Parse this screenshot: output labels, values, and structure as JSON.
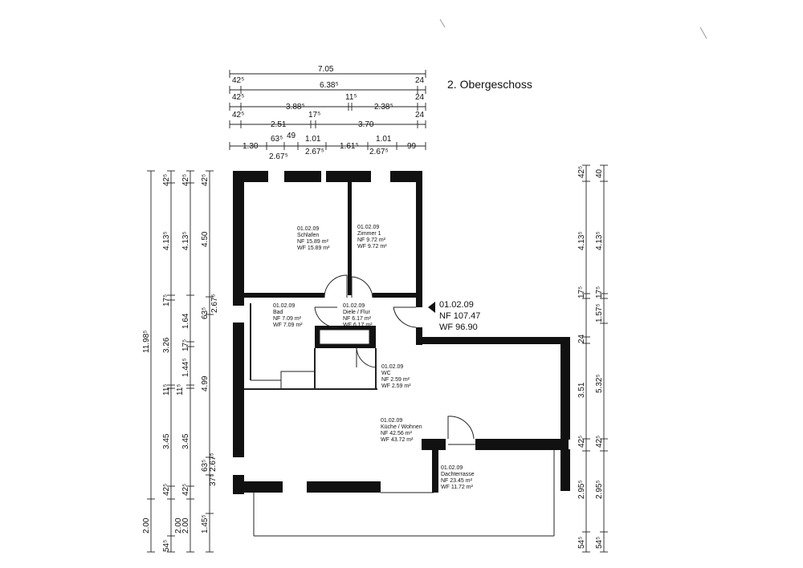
{
  "floor_title": "2. Obergeschoss",
  "unit_summary": {
    "id": "01.02.09",
    "nf": "NF   107.47",
    "wf": "WF   96.90"
  },
  "rooms": {
    "schlafen": {
      "id": "01.02.09",
      "name": "Schlafen",
      "nf": "NF   15.89 m²",
      "wf": "WF   15.89 m²"
    },
    "zimmer1": {
      "id": "01.02.09",
      "name": "Zimmer 1",
      "nf": "NF   9.72 m²",
      "wf": "WF   9.72 m²"
    },
    "bad": {
      "id": "01.02.09",
      "name": "Bad",
      "nf": "NF   7.09 m²",
      "wf": "WF   7.09 m²"
    },
    "diele": {
      "id": "01.02.09",
      "name": "Diele / Flur",
      "nf": "NF   6.17 m²",
      "wf": "WF   6.17 m²"
    },
    "wc": {
      "id": "01.02.09",
      "name": "WC",
      "nf": "NF   2.59 m²",
      "wf": "WF   2.59 m²"
    },
    "kueche": {
      "id": "01.02.09",
      "name": "Küche / Wohnen",
      "nf": "NF   42.56 m²",
      "wf": "WF   43.72 m²"
    },
    "terrasse": {
      "id": "01.02.09",
      "name": "Dachterrasse",
      "nf": "NF   23.45 m²",
      "wf": "WF   11.72 m²"
    }
  },
  "dims_top": {
    "row1": [
      "7.05"
    ],
    "row2": [
      "42⁵",
      "6.38⁵",
      "24"
    ],
    "row3": [
      "42⁵",
      "3.88⁵",
      "11⁵",
      "2.38⁵",
      "24"
    ],
    "row4": [
      "42⁵",
      "2.51",
      "17⁵",
      "3.70",
      "24"
    ],
    "row5": [
      "1.30",
      "63⁵",
      "49",
      "1.01",
      "1.61⁵",
      "1.01",
      "99"
    ],
    "row5b": [
      "2.67⁵",
      "2.67⁵",
      "2.67⁵"
    ]
  },
  "dims_left": {
    "col1": [
      "11.98⁵",
      "2.00"
    ],
    "col2": [
      "42⁵",
      "4.13⁵",
      "17⁵",
      "3.26",
      "11⁵",
      "3.45",
      "42⁵",
      "2.00",
      "54⁵"
    ],
    "col3": [
      "42⁵",
      "4.13⁵",
      "1.64",
      "17⁵",
      "1.44⁵",
      "11⁵",
      "3.45",
      "42⁵",
      "2.00"
    ],
    "col4": [
      "42⁵",
      "4.50",
      "63⁵",
      "4.99",
      "63⁵",
      "1.45⁵"
    ],
    "col4b": [
      "2.67⁵",
      "37⁵",
      "2.67⁵"
    ]
  },
  "dims_right": {
    "col1": [
      "42⁵",
      "4.13⁵",
      "17⁵",
      "24",
      "3.51",
      "42⁵",
      "2.95⁵",
      "54⁵"
    ],
    "col2": [
      "40",
      "4.13⁵",
      "17⁵",
      "1.57⁵",
      "5.32⁵",
      "42⁵",
      "2.95⁵",
      "54⁵"
    ]
  }
}
